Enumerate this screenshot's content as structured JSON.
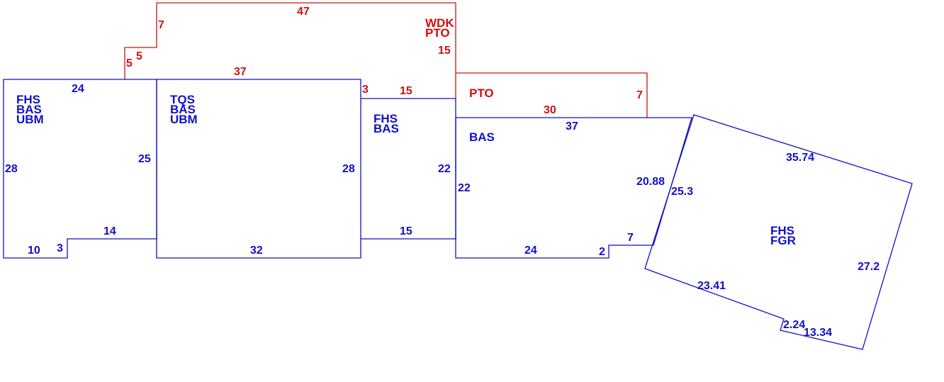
{
  "colors": {
    "living_area": "#1010c8",
    "exterior_area": "#d01010",
    "background": "#ffffff"
  },
  "areas": {
    "left_wing": {
      "codes": [
        "FHS",
        "BAS",
        "UBM"
      ]
    },
    "center_block": {
      "codes": [
        "TQS",
        "BAS",
        "UBM"
      ]
    },
    "connector": {
      "codes": [
        "FHS",
        "BAS"
      ]
    },
    "east_wing": {
      "codes": [
        "BAS"
      ]
    },
    "garage": {
      "codes": [
        "FHS",
        "FGR"
      ]
    },
    "patio_upper": {
      "codes": [
        "WDK",
        "PTO"
      ]
    },
    "patio_east": {
      "codes": [
        "PTO"
      ]
    }
  },
  "dimensions": {
    "left_top": "24",
    "left_left": "28",
    "left_right": "25",
    "left_bottom": "10",
    "left_step": "3",
    "left_bottom_right": "14",
    "center_top": "37",
    "center_bottom": "32",
    "center_right": "28",
    "center_step": "3",
    "conn_top": "15",
    "conn_bottom": "15",
    "conn_right": "22",
    "east_top": "37",
    "east_left": "22",
    "east_bottom": "24",
    "east_step": "2",
    "east_step_top": "7",
    "east_right": "20.88",
    "garage_top": "35.74",
    "garage_left": "25.3",
    "garage_right": "27.2",
    "garage_bottom_left": "23.41",
    "garage_step": "2.24",
    "garage_bottom_right": "13.34",
    "patio_top": "47",
    "patio_left_upper": "7",
    "patio_step_a": "5",
    "patio_step_b": "5",
    "patio_bottom": "37",
    "patio_right": "15",
    "pto_bottom": "30",
    "pto_right": "7"
  }
}
